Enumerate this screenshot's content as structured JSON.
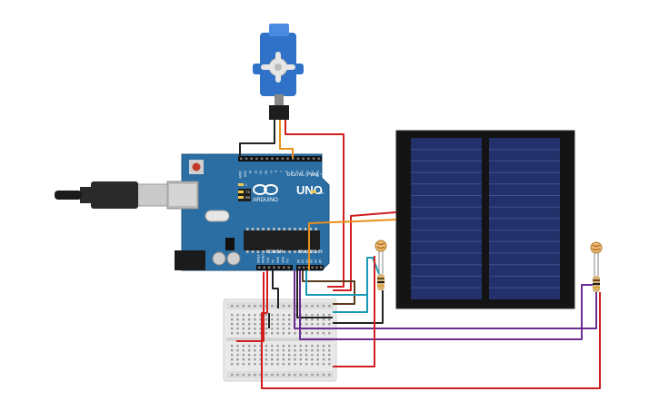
{
  "arduino": {
    "brand": "UNO",
    "logo_text": "ARDUINO",
    "digital_label": "DIGITAL (PWM ~)",
    "analog_label": "ANALOG IN",
    "power_label": "POWER",
    "digital_pins": [
      "AREF",
      "GND",
      "13",
      "12",
      "~11",
      "~10",
      "~9",
      "8",
      "7",
      "~6",
      "~5",
      "4",
      "~3",
      "2",
      "TX 1",
      "RX 0"
    ],
    "power_pins": [
      "IOREF",
      "RESET",
      "3.3V",
      "5V",
      "GND",
      "GND",
      "Vin"
    ],
    "analog_pins": [
      "A0",
      "A1",
      "A2",
      "A3",
      "A4",
      "A5"
    ],
    "leds": [
      "L",
      "TX",
      "RX"
    ],
    "on_led": "ON"
  },
  "components": [
    {
      "id": "servo",
      "icon": "servo-motor-icon"
    },
    {
      "id": "solar_panel",
      "icon": "solar-panel-icon"
    },
    {
      "id": "ldr_1",
      "icon": "photoresistor-icon"
    },
    {
      "id": "ldr_2",
      "icon": "photoresistor-icon"
    },
    {
      "id": "resistor_1",
      "icon": "resistor-icon"
    },
    {
      "id": "resistor_2",
      "icon": "resistor-icon"
    },
    {
      "id": "breadboard",
      "icon": "breadboard-icon"
    },
    {
      "id": "usb_cable",
      "icon": "usb-cable-icon"
    }
  ],
  "colors": {
    "board": "#2b6ea3",
    "wire_red": "#d11f1f",
    "wire_black": "#222222",
    "wire_orange": "#e8901c",
    "wire_teal": "#1b9ab5",
    "wire_purple": "#6a2d91",
    "wire_brown": "#5b3a1e",
    "servo_body": "#2f72c8",
    "panel_cell": "#24306a"
  }
}
